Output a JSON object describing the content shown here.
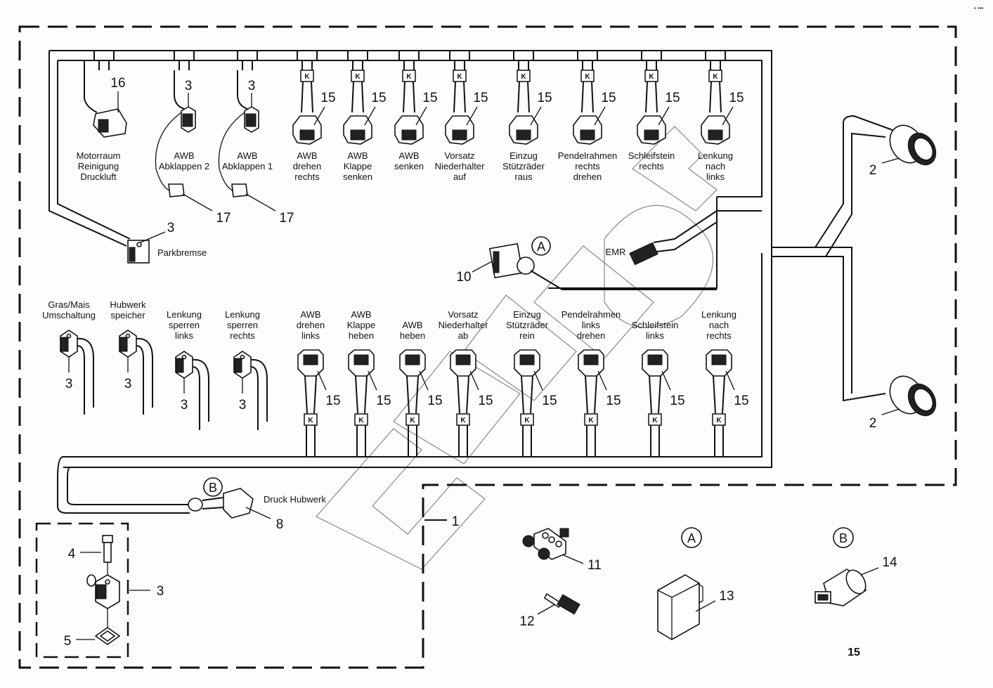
{
  "corner_mark": "▪ ▪▪▪",
  "page_number": "15",
  "main_assembly_number": "1",
  "top_row": [
    {
      "label": [
        "Motorraum",
        "Reinigung",
        "Druckluft"
      ],
      "part": "16",
      "type": "connector-16"
    },
    {
      "label": [
        "AWB",
        "Abklappen 2"
      ],
      "part": "3",
      "sub_part": "17",
      "type": "solenoid"
    },
    {
      "label": [
        "AWB",
        "Abklappen 1"
      ],
      "part": "3",
      "sub_part": "17",
      "type": "solenoid"
    },
    {
      "label": [
        "AWB",
        "drehen",
        "rechts"
      ],
      "part": "15",
      "type": "valve-connector"
    },
    {
      "label": [
        "AWB",
        "Klappe",
        "senken"
      ],
      "part": "15",
      "type": "valve-connector"
    },
    {
      "label": [
        "AWB",
        "senken"
      ],
      "part": "15",
      "type": "valve-connector"
    },
    {
      "label": [
        "Vorsatz",
        "Niederhalter",
        "auf"
      ],
      "part": "15",
      "type": "valve-connector"
    },
    {
      "label": [
        "Einzug",
        "Stützräder",
        "raus"
      ],
      "part": "15",
      "type": "valve-connector"
    },
    {
      "label": [
        "Pendelrahmen",
        "rechts",
        "drehen"
      ],
      "part": "15",
      "type": "valve-connector"
    },
    {
      "label": [
        "Schleifstein",
        "rechts"
      ],
      "part": "15",
      "type": "valve-connector"
    },
    {
      "label": [
        "Lenkung",
        "nach",
        "links"
      ],
      "part": "15",
      "type": "valve-connector"
    }
  ],
  "parkbremse": {
    "label": "Parkbremse",
    "part": "3"
  },
  "emr": {
    "label": "EMR",
    "connector_part": "10",
    "detail_ref": "A"
  },
  "bottom_row": [
    {
      "label": [
        "Gras/Mais",
        "Umschaltung"
      ],
      "part": "3",
      "type": "solenoid"
    },
    {
      "label": [
        "Hubwerk",
        "speicher"
      ],
      "part": "3",
      "type": "solenoid"
    },
    {
      "label": [
        "Lenkung",
        "sperren",
        "links"
      ],
      "part": "3",
      "type": "solenoid"
    },
    {
      "label": [
        "Lenkung",
        "sperren",
        "rechts"
      ],
      "part": "3",
      "type": "solenoid"
    },
    {
      "label": [
        "AWB",
        "drehen",
        "links"
      ],
      "part": "15",
      "type": "valve-connector"
    },
    {
      "label": [
        "AWB",
        "Klappe",
        "heben"
      ],
      "part": "15",
      "type": "valve-connector"
    },
    {
      "label": [
        "AWB",
        "heben"
      ],
      "part": "15",
      "type": "valve-connector"
    },
    {
      "label": [
        "Vorsatz",
        "Niederhalter",
        "ab"
      ],
      "part": "15",
      "type": "valve-connector"
    },
    {
      "label": [
        "Einzug",
        "Stützräder",
        "rein"
      ],
      "part": "15",
      "type": "valve-connector"
    },
    {
      "label": [
        "Pendelrahmen",
        "links",
        "drehen"
      ],
      "part": "15",
      "type": "valve-connector"
    },
    {
      "label": [
        "Schleifstein",
        "links"
      ],
      "part": "15",
      "type": "valve-connector"
    },
    {
      "label": [
        "Lenkung",
        "nach",
        "rechts"
      ],
      "part": "15",
      "type": "valve-connector"
    }
  ],
  "k_marker": "K",
  "round_connectors": [
    {
      "part": "2"
    },
    {
      "part": "2"
    }
  ],
  "druck_hubwerk": {
    "label": "Druck Hubwerk",
    "part": "8",
    "detail_ref": "B"
  },
  "solenoid_detail": {
    "assembly_part": "3",
    "bolt_part": "4",
    "seal_part": "5"
  },
  "loose_parts": [
    {
      "part": "11",
      "name": "distributor-block"
    },
    {
      "part": "12",
      "name": "pin"
    },
    {
      "part": "13",
      "name": "cover-cap",
      "detail_ref": "A"
    },
    {
      "part": "14",
      "name": "pressure-sensor",
      "detail_ref": "B"
    }
  ]
}
